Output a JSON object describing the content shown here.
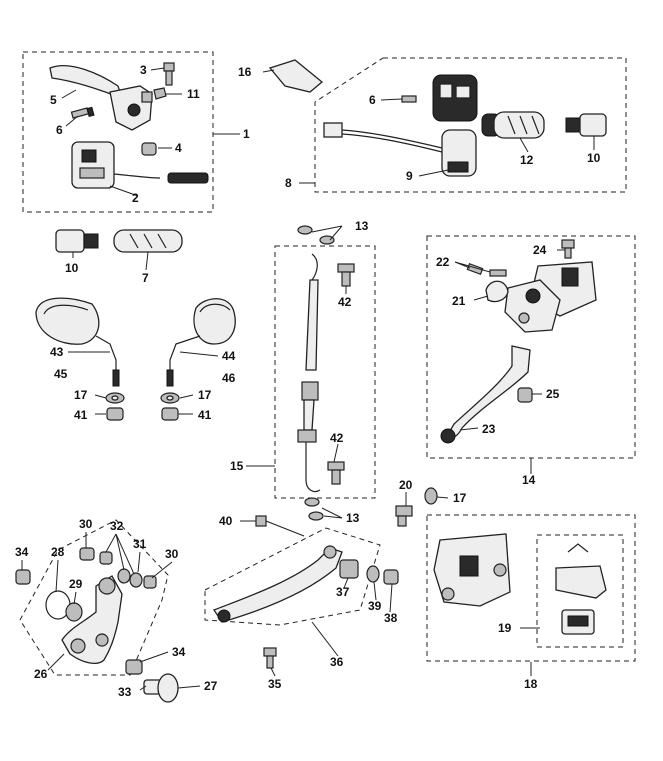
{
  "callouts": {
    "c1": "1",
    "c2": "2",
    "c3": "3",
    "c4": "4",
    "c5": "5",
    "c6a": "6",
    "c6b": "6",
    "c7": "7",
    "c8": "8",
    "c9": "9",
    "c10a": "10",
    "c10b": "10",
    "c11": "11",
    "c12": "12",
    "c13a": "13",
    "c13b": "13",
    "c14": "14",
    "c15": "15",
    "c16": "16",
    "c17a": "17",
    "c17b": "17",
    "c17c": "17",
    "c18": "18",
    "c19": "19",
    "c20": "20",
    "c21": "21",
    "c22": "22",
    "c23": "23",
    "c24": "24",
    "c25": "25",
    "c26": "26",
    "c27": "27",
    "c28": "28",
    "c29": "29",
    "c30a": "30",
    "c30b": "30",
    "c31": "31",
    "c32": "32",
    "c33": "33",
    "c34a": "34",
    "c34b": "34",
    "c35": "35",
    "c36": "36",
    "c37": "37",
    "c38": "38",
    "c39": "39",
    "c40": "40",
    "c41a": "41",
    "c41b": "41",
    "c42a": "42",
    "c42b": "42",
    "c43": "43",
    "c44": "44",
    "c45": "45",
    "c46": "46"
  }
}
